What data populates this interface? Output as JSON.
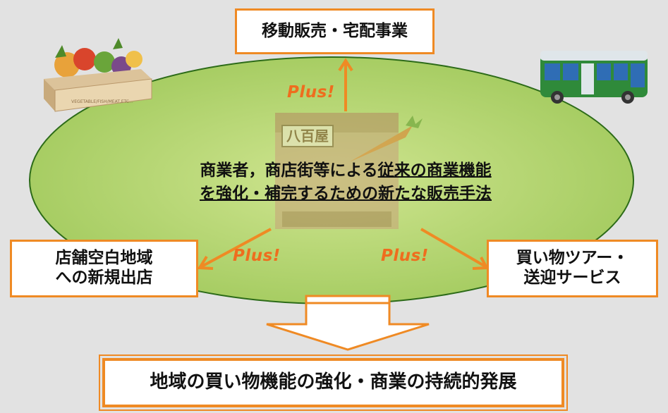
{
  "boxes": {
    "top": "移動販売・宅配事業",
    "left_line1": "店舗空白地域",
    "left_line2": "への新規出店",
    "right_line1": "買い物ツアー・",
    "right_line2": "送迎サービス",
    "bottom": "地域の買い物機能の強化・商業の持続的発展"
  },
  "plus_labels": {
    "top": "Plus!",
    "left": "Plus!",
    "right": "Plus!"
  },
  "center": {
    "line1_plain": "商業者，商店街等による",
    "line1_underlined": "従来の商業機能",
    "line2_underlined": "を強化・補完するための新たな販売手法"
  },
  "shop_sign": "八百屋",
  "crate_text": "VEGETABLE/FISH/MEAT,ETC...",
  "colors": {
    "accent_orange": "#ef8a24",
    "plus_orange": "#ef6d1e",
    "ellipse_green": "#b8d672",
    "background": "#e2e2e2"
  },
  "icons": [
    "vegetable-crate-icon",
    "bus-icon",
    "greengrocer-shop-icon"
  ]
}
